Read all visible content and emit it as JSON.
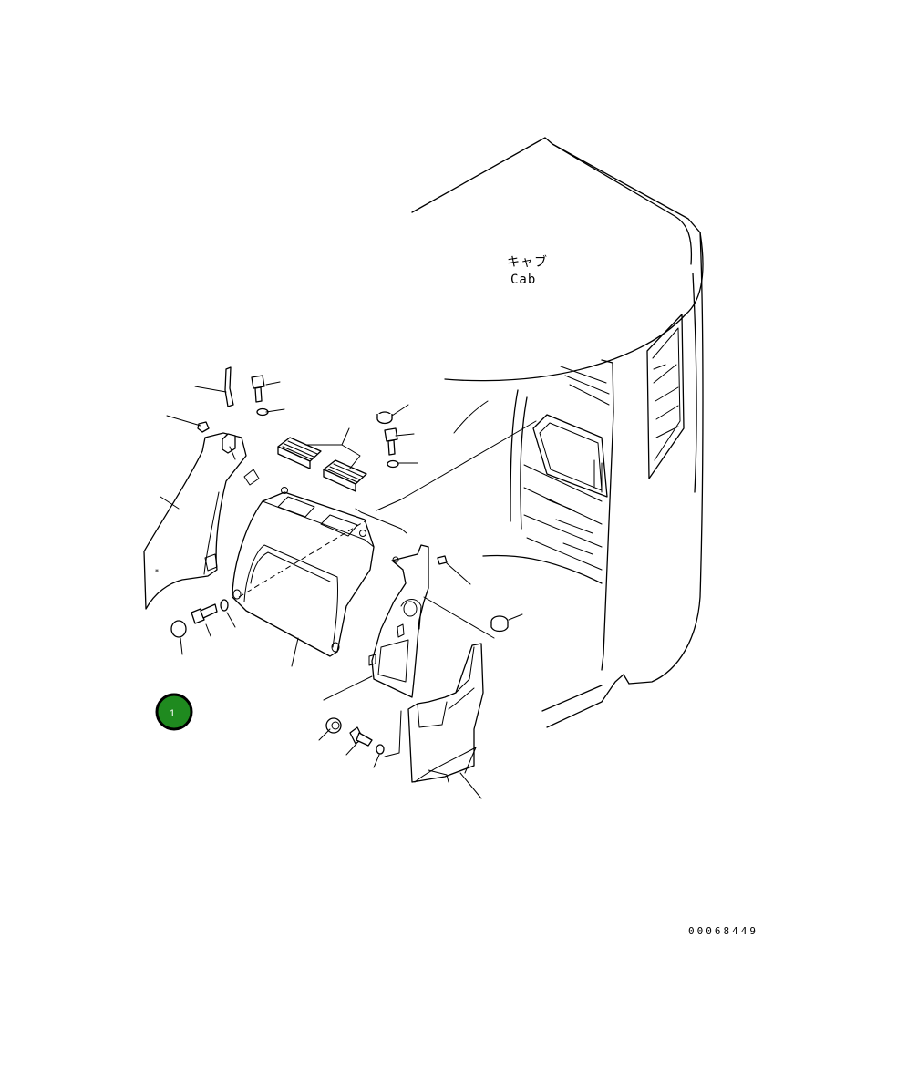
{
  "diagram": {
    "cab_label_jp": "キャブ",
    "cab_label_en": "Cab",
    "drawing_number": "00068449",
    "callout": {
      "number": "1",
      "color": "#1f8a1f",
      "ring_color": "#000000"
    }
  }
}
